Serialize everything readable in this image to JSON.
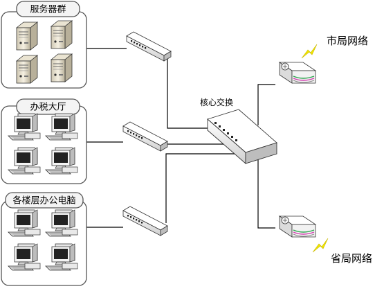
{
  "groups": [
    {
      "id": "servers",
      "title": "服务器群",
      "device": "server"
    },
    {
      "id": "hall",
      "title": "办税大厅",
      "device": "pc"
    },
    {
      "id": "floors",
      "title": "各楼层办公电脑",
      "device": "pc"
    }
  ],
  "core": {
    "label": "核心交换"
  },
  "networks": [
    {
      "id": "city",
      "label": "市局网络"
    },
    {
      "id": "province",
      "label": "省局网络"
    }
  ],
  "colors": {
    "panel_stroke": "#555555",
    "panel_fill": "#ffffff",
    "title_fill": "#f4f4f4",
    "link": "#000000",
    "lightning": "#f2e600",
    "device_face": "#f7f7f7",
    "device_side": "#c8c8c8"
  }
}
